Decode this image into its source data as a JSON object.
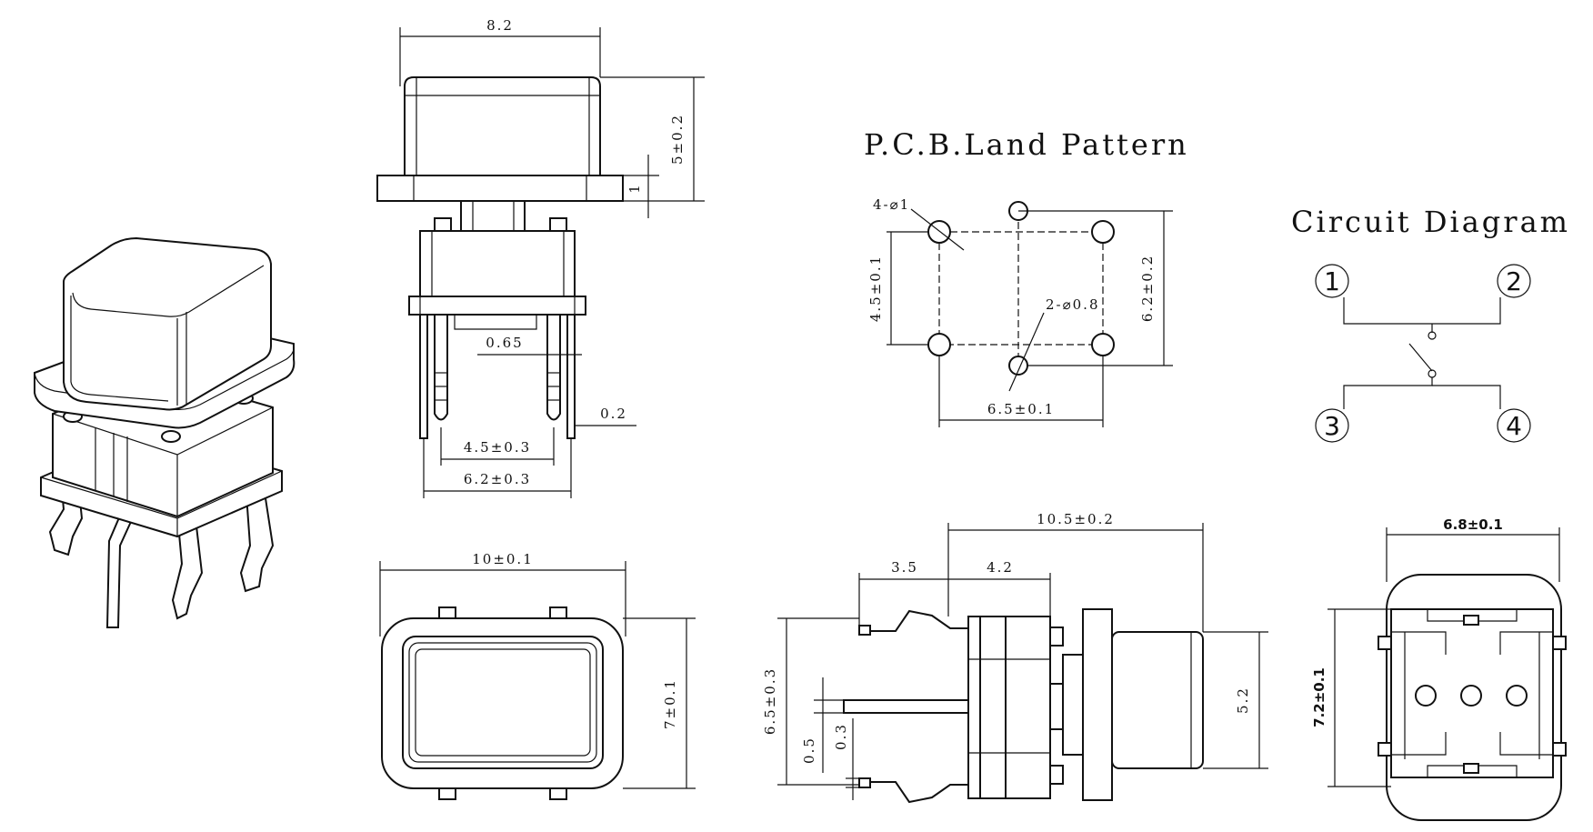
{
  "titles": {
    "pcb_land_pattern": "P.C.B.Land Pattern",
    "circuit_diagram": "Circuit Diagram"
  },
  "dimensions": {
    "front_width": "8.2",
    "front_height": "5±0.2",
    "flange": "1",
    "pin_gap": "0.65",
    "pin_offset": "0.2",
    "pin_pitch": "4.5±0.3",
    "pin_span": "6.2±0.3",
    "top_width": "10±0.1",
    "top_height": "7±0.1",
    "side_length": "10.5±0.2",
    "side_a": "3.5",
    "side_b": "4.2",
    "side_height": "6.5±0.3",
    "side_t1": "0.5",
    "side_t2": "0.3",
    "side_cap": "5.2",
    "bottom_width": "6.8±0.1",
    "bottom_height": "7.2±0.1",
    "pcb_hole_large": "4-⌀1",
    "pcb_hole_small": "2-⌀0.8",
    "pcb_vert": "4.5±0.1",
    "pcb_right": "6.2±0.2",
    "pcb_horiz": "6.5±0.1"
  },
  "circuit_pins": [
    "1",
    "2",
    "3",
    "4"
  ]
}
